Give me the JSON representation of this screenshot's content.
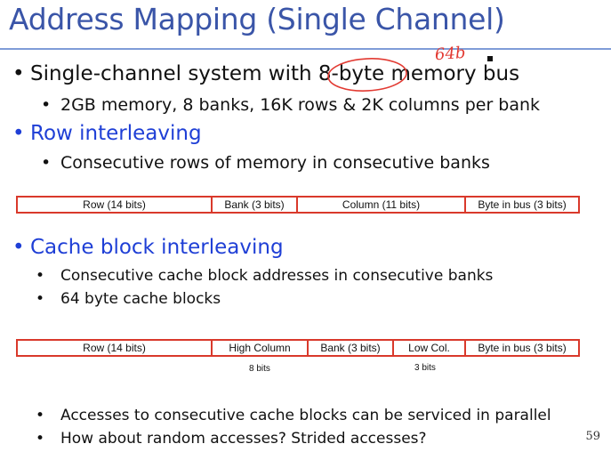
{
  "slide": {
    "title": "Address Mapping (Single Channel)",
    "page_number": "59",
    "handwritten_note": "64b",
    "bullets": {
      "single_channel": "Single-channel system with 8-byte memory bus",
      "memory_config": "2GB memory, 8 banks, 16K rows & 2K columns per bank",
      "row_interleaving": "Row interleaving",
      "row_interleaving_desc": "Consecutive rows of memory in consecutive banks",
      "cache_block_interleaving": "Cache block interleaving",
      "cache_desc_1": "Consecutive cache block addresses in consecutive banks",
      "cache_desc_2": "64 byte cache blocks",
      "parallel_note": "Accesses to consecutive cache blocks can be serviced in parallel",
      "random_note": "How about random accesses? Strided accesses?"
    },
    "row_interleaving_fields": [
      "Row (14 bits)",
      "Bank (3 bits)",
      "Column (11 bits)",
      "Byte in bus (3 bits)"
    ],
    "cache_interleaving_fields": [
      "Row (14 bits)",
      "High Column",
      "Bank (3 bits)",
      "Low Col.",
      "Byte in bus (3 bits)"
    ],
    "cache_interleaving_sublabels": {
      "high_column": "8 bits",
      "low_col": "3 bits"
    },
    "colors": {
      "title": "#3a55a8",
      "heading_blue": "#1f3fd6",
      "field_border": "#d9392b",
      "annotation_red": "#e23a32"
    }
  }
}
